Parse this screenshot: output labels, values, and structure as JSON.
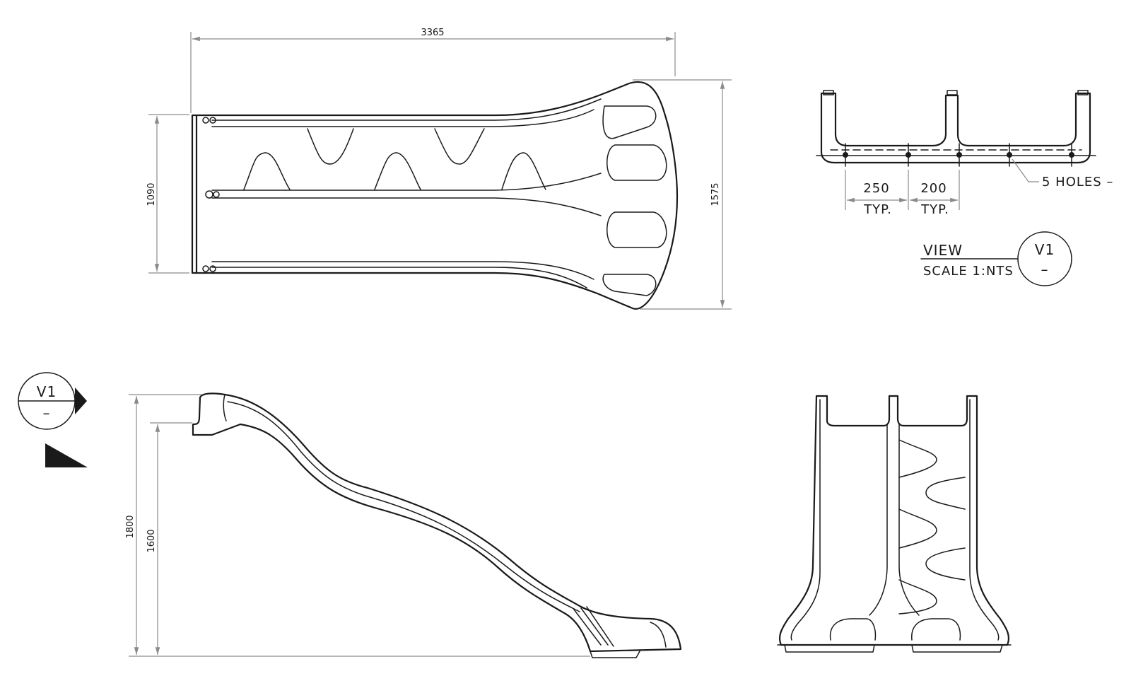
{
  "top_view": {
    "overall_length": "3365",
    "inner_width": "1090",
    "overall_width": "1575"
  },
  "end_view_detail": {
    "spacing_a": "250",
    "spacing_a_note": "TYP.",
    "spacing_b": "200",
    "spacing_b_note": "TYP.",
    "holes_callout": "5 HOLES –"
  },
  "view_title": {
    "label": "VIEW",
    "scale": "SCALE 1:NTS",
    "marker_id": "V1",
    "marker_sheet": "–"
  },
  "side_view": {
    "overall_height": "1800",
    "platform_height": "1600",
    "marker_id": "V1",
    "marker_sheet": "–"
  }
}
